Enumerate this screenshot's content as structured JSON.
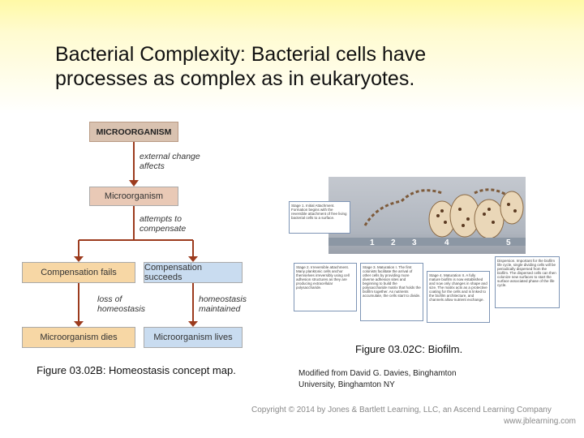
{
  "title": "Bacterial Complexity: Bacterial cells have processes as complex as in eukaryotes.",
  "concept_map": {
    "top_box": "MICROORGANISM",
    "label_external": "external change affects",
    "mid_box": "Microorganism",
    "label_attempts": "attempts to compensate",
    "fail_box": "Compensation fails",
    "success_box": "Compensation succeeds",
    "label_loss": "loss of homeostasis",
    "label_maintained": "homeostasis maintained",
    "dies_box": "Microorganism dies",
    "lives_box": "Microorganism lives"
  },
  "caption_b": "Figure 03.02B: Homeostasis concept map.",
  "caption_c": "Figure 03.02C: Biofilm.",
  "credit": "Modified from David G. Davies, Binghamton University, Binghamton NY",
  "copyright": "Copyright © 2014 by Jones & Bartlett Learning, LLC, an Ascend Learning Company",
  "website": "www.jblearning.com",
  "biofilm": {
    "stage_numbers": [
      "1",
      "2",
      "3",
      "4",
      "5"
    ],
    "stage1": "Stage 1. Initial Attachment. Formation begins with the reversible attachment of free living bacterial cells to a surface.",
    "stage2": "Stage 2. Irreversible attachment. Many planktonic cells anchor themselves irreversibly using cell adhesion structures as they are producing extracellular polysaccharide.",
    "stage3": "Stage 3. Maturation I. The first colonists facilitate the arrival of other cells by providing more diverse adhesion sites and beginning to build the polysaccharide matrix that holds the biofilm together. As nutrients accumulate, the cells start to divide.",
    "stage4": "Stage 4. Maturation II. A fully mature biofilm is now established and now only changes in shape and size. The matrix acts as a protective coating for the cells and is linked to the biofilm architecture, and channels allow nutrient exchange.",
    "stage5": "Dispersion. Important for the biofilm life cycle, single dividing cells will be periodically dispersed from the biofilm. The dispersed cells can then colonize new surfaces to start the surface associated phase of the life cycle."
  }
}
